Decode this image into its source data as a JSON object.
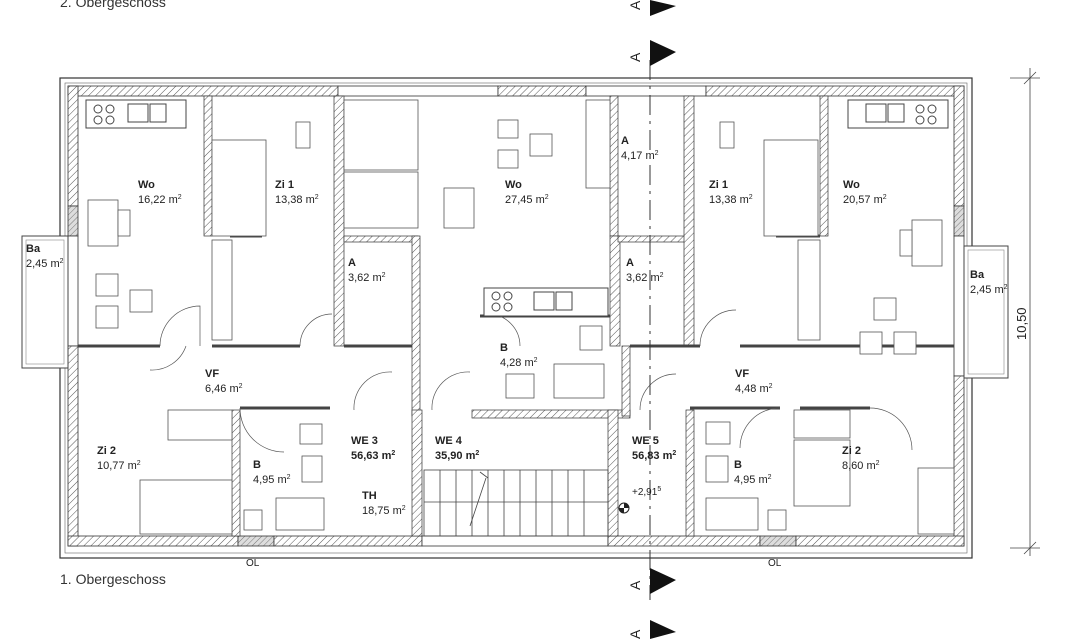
{
  "floor_labels": {
    "top": "2. Obergeschoss",
    "bottom": "1. Obergeschoss"
  },
  "section_marker": "A",
  "dimension": "10,50",
  "elevation": "+2,91",
  "elevation_sup": "5",
  "area_unit": "m",
  "area_sup": "2",
  "rooms": [
    {
      "id": "wo-left",
      "name": "Wo",
      "area": "16,22"
    },
    {
      "id": "zi1-left",
      "name": "Zi 1",
      "area": "13,38"
    },
    {
      "id": "wo-center",
      "name": "Wo",
      "area": "27,45"
    },
    {
      "id": "a-top",
      "name": "A",
      "area": "4,17"
    },
    {
      "id": "zi1-right",
      "name": "Zi 1",
      "area": "13,38"
    },
    {
      "id": "wo-right",
      "name": "Wo",
      "area": "20,57"
    },
    {
      "id": "ba-left",
      "name": "Ba",
      "area": "2,45"
    },
    {
      "id": "a-left",
      "name": "A",
      "area": "3,62"
    },
    {
      "id": "a-right",
      "name": "A",
      "area": "3,62"
    },
    {
      "id": "ba-right",
      "name": "Ba",
      "area": "2,45"
    },
    {
      "id": "vf-left",
      "name": "VF",
      "area": "6,46"
    },
    {
      "id": "b-center",
      "name": "B",
      "area": "4,28"
    },
    {
      "id": "vf-right",
      "name": "VF",
      "area": "4,48"
    },
    {
      "id": "zi2-left",
      "name": "Zi 2",
      "area": "10,77"
    },
    {
      "id": "b-left",
      "name": "B",
      "area": "4,95"
    },
    {
      "id": "b-right",
      "name": "B",
      "area": "4,95"
    },
    {
      "id": "zi2-right",
      "name": "Zi 2",
      "area": "8,60"
    },
    {
      "id": "th",
      "name": "TH",
      "area": "18,75"
    }
  ],
  "units": [
    {
      "id": "we3",
      "name": "WE 3",
      "area": "56,63"
    },
    {
      "id": "we4",
      "name": "WE 4",
      "area": "35,90"
    },
    {
      "id": "we5",
      "name": "WE 5",
      "area": "56,83"
    }
  ],
  "ol_labels": [
    "OL",
    "OL"
  ]
}
